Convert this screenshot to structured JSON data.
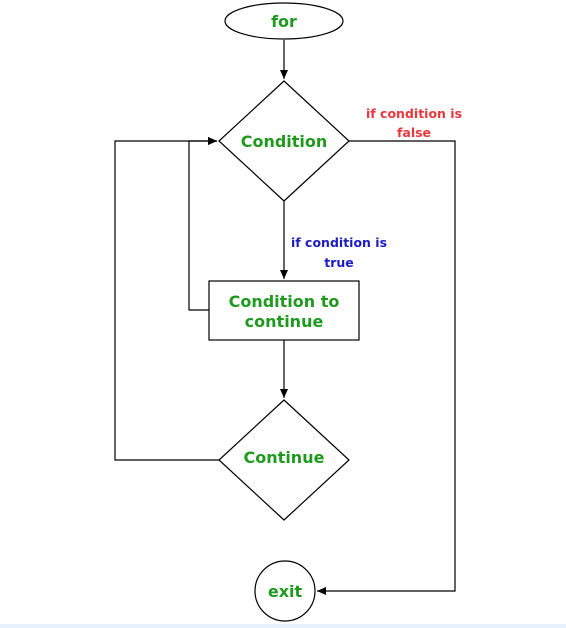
{
  "nodes": {
    "start": {
      "label": "for"
    },
    "condition": {
      "label": "Condition"
    },
    "condition_to_continue": {
      "line1": "Condition to",
      "line2": "continue"
    },
    "continue": {
      "label": "Continue"
    },
    "exit": {
      "label": "exit"
    }
  },
  "edges": {
    "false_branch": {
      "line1": "if condition is",
      "line2": "false"
    },
    "true_branch": {
      "line1": "if condition is",
      "line2": "true"
    }
  },
  "colors": {
    "node_text": "#1f9a1f",
    "false_label": "#e8383d",
    "true_label": "#1c1cc4",
    "stroke": "#000000"
  }
}
